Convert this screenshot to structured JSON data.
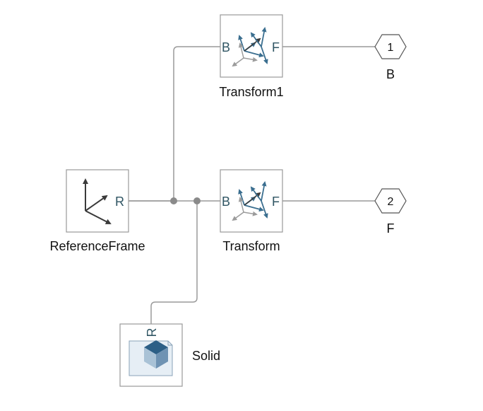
{
  "colors": {
    "line": "#9a9a9a",
    "block_border": "#9a9a9a",
    "port_text": "#2f5563",
    "frame_dark": "#3a3a3a",
    "frame_blue": "#3a6e8f",
    "frame_gray": "#9c9c9c",
    "solid_dark": "#2c5f86",
    "solid_light": "#a9c2d6",
    "solid_mid": "#6f93b3"
  },
  "blocks": {
    "transform1": {
      "label": "Transform1",
      "port_in": "B",
      "port_out": "F",
      "icon": "rigid-transform-icon"
    },
    "transform": {
      "label": "Transform",
      "port_in": "B",
      "port_out": "F",
      "icon": "rigid-transform-icon"
    },
    "reference_frame": {
      "label": "ReferenceFrame",
      "port_out": "R",
      "icon": "reference-frame-icon"
    },
    "solid": {
      "label": "Solid",
      "port_in": "R",
      "icon": "solid-cube-icon"
    }
  },
  "outports": [
    {
      "number": "1",
      "label": "B"
    },
    {
      "number": "2",
      "label": "F"
    }
  ]
}
